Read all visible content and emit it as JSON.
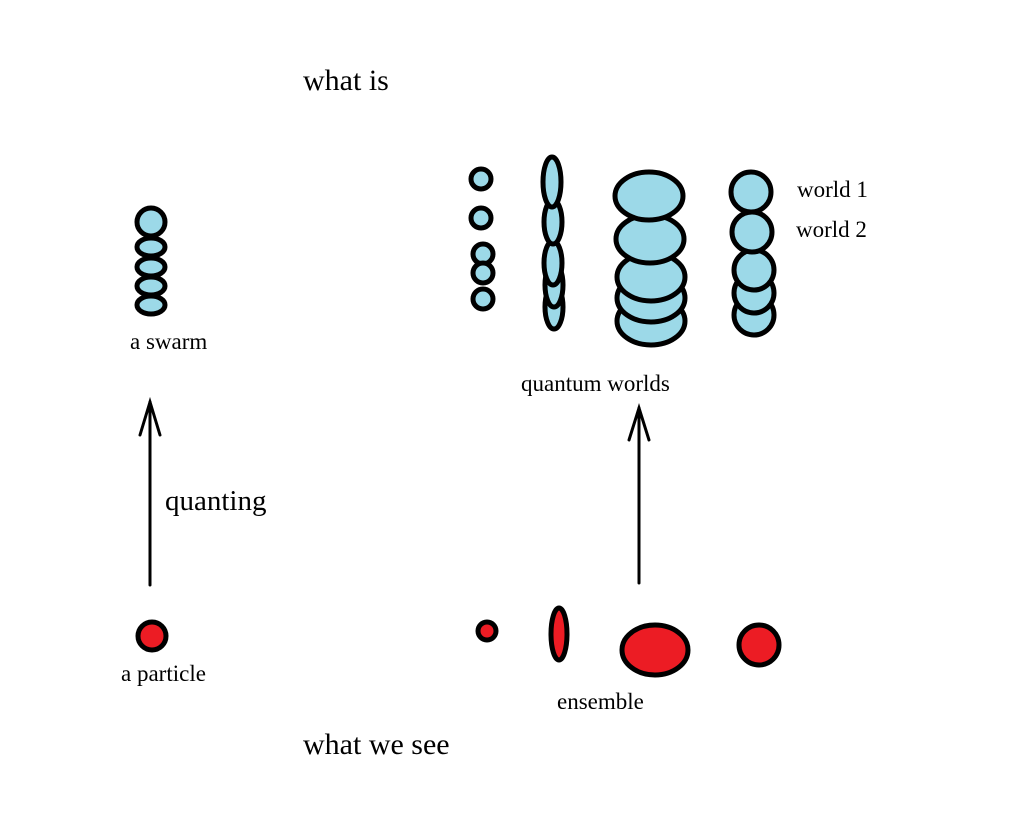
{
  "labels": {
    "top": "what is",
    "bottom": "what we see",
    "swarm": "a swarm",
    "particle": "a particle",
    "arrow": "quanting",
    "quantum_worlds": "quantum worlds",
    "ensemble": "ensemble",
    "world1": "world 1",
    "world2": "world 2"
  },
  "colors": {
    "quantum_fill": "#9cd9e8",
    "classical_fill": "#ec1c24",
    "outline": "#000000"
  }
}
